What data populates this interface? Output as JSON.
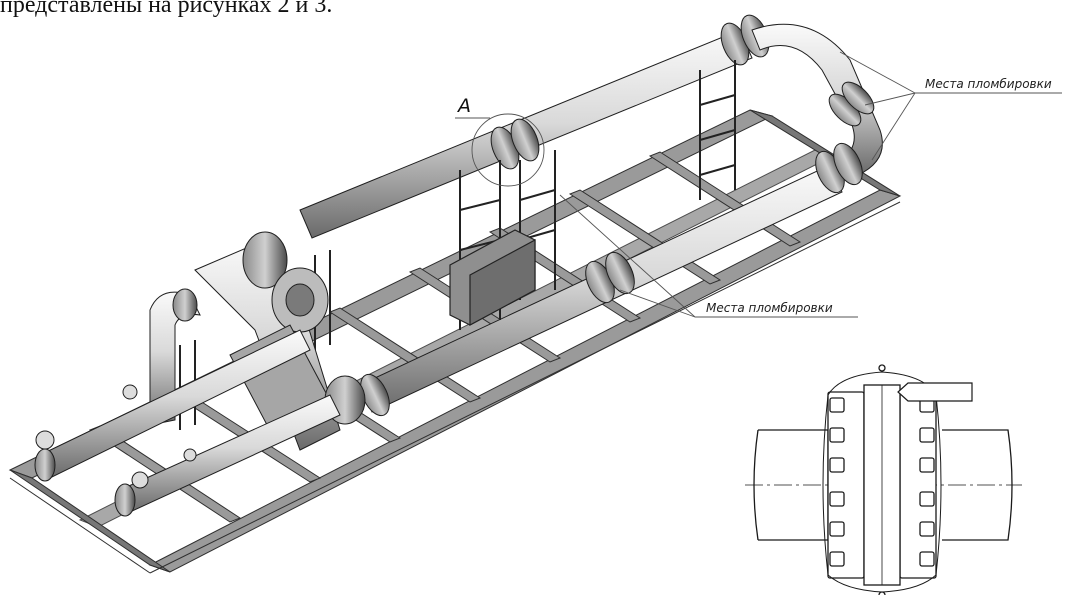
{
  "intro_text": "представлены на рисунках 2 и 3.",
  "callouts": {
    "top_right": "Места пломбировки",
    "middle": "Места пломбировки",
    "detail_letter": "А"
  },
  "colors": {
    "ink": "#1a1a1a",
    "pipe_light": "#e9e9e9",
    "pipe_mid": "#b5b5b5",
    "pipe_dark": "#555555",
    "frame": "#3a3a3a"
  }
}
